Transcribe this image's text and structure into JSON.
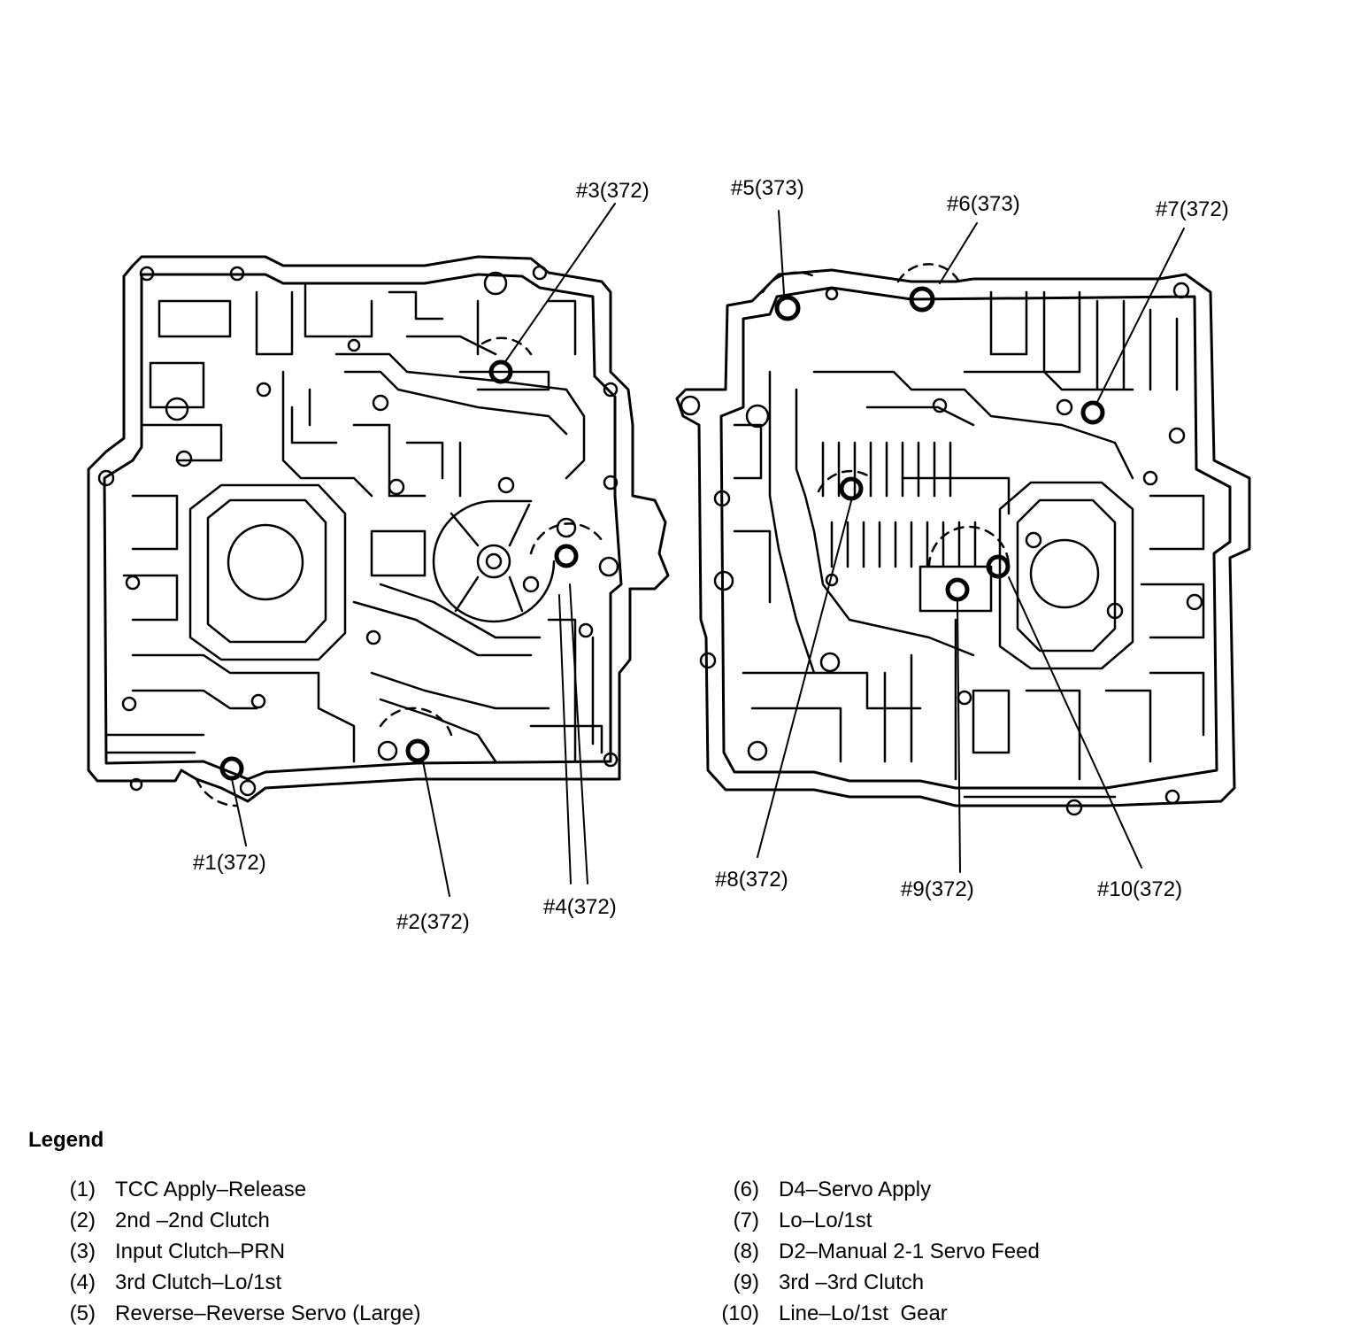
{
  "callouts": {
    "c1": "#1(372)",
    "c2": "#2(372)",
    "c3": "#3(372)",
    "c4": "#4(372)",
    "c5": "#5(373)",
    "c6": "#6(373)",
    "c7": "#7(372)",
    "c8": "#8(372)",
    "c9": "#9(372)",
    "c10": "#10(372)"
  },
  "legend": {
    "title": "Legend",
    "items": [
      {
        "num": "(1)",
        "text": "TCC Apply–Release"
      },
      {
        "num": "(2)",
        "text": "2nd –2nd Clutch"
      },
      {
        "num": "(3)",
        "text": "Input Clutch–PRN"
      },
      {
        "num": "(4)",
        "text": "3rd Clutch–Lo/1st"
      },
      {
        "num": "(5)",
        "text": "Reverse–Reverse Servo (Large)"
      },
      {
        "num": "(6)",
        "text": "D4–Servo Apply"
      },
      {
        "num": "(7)",
        "text": "Lo–Lo/1st"
      },
      {
        "num": "(8)",
        "text": "D2–Manual 2-1 Servo Feed"
      },
      {
        "num": "(9)",
        "text": "3rd –3rd Clutch"
      },
      {
        "num": "(10)",
        "text": "Line–Lo/1st  Gear"
      }
    ]
  }
}
